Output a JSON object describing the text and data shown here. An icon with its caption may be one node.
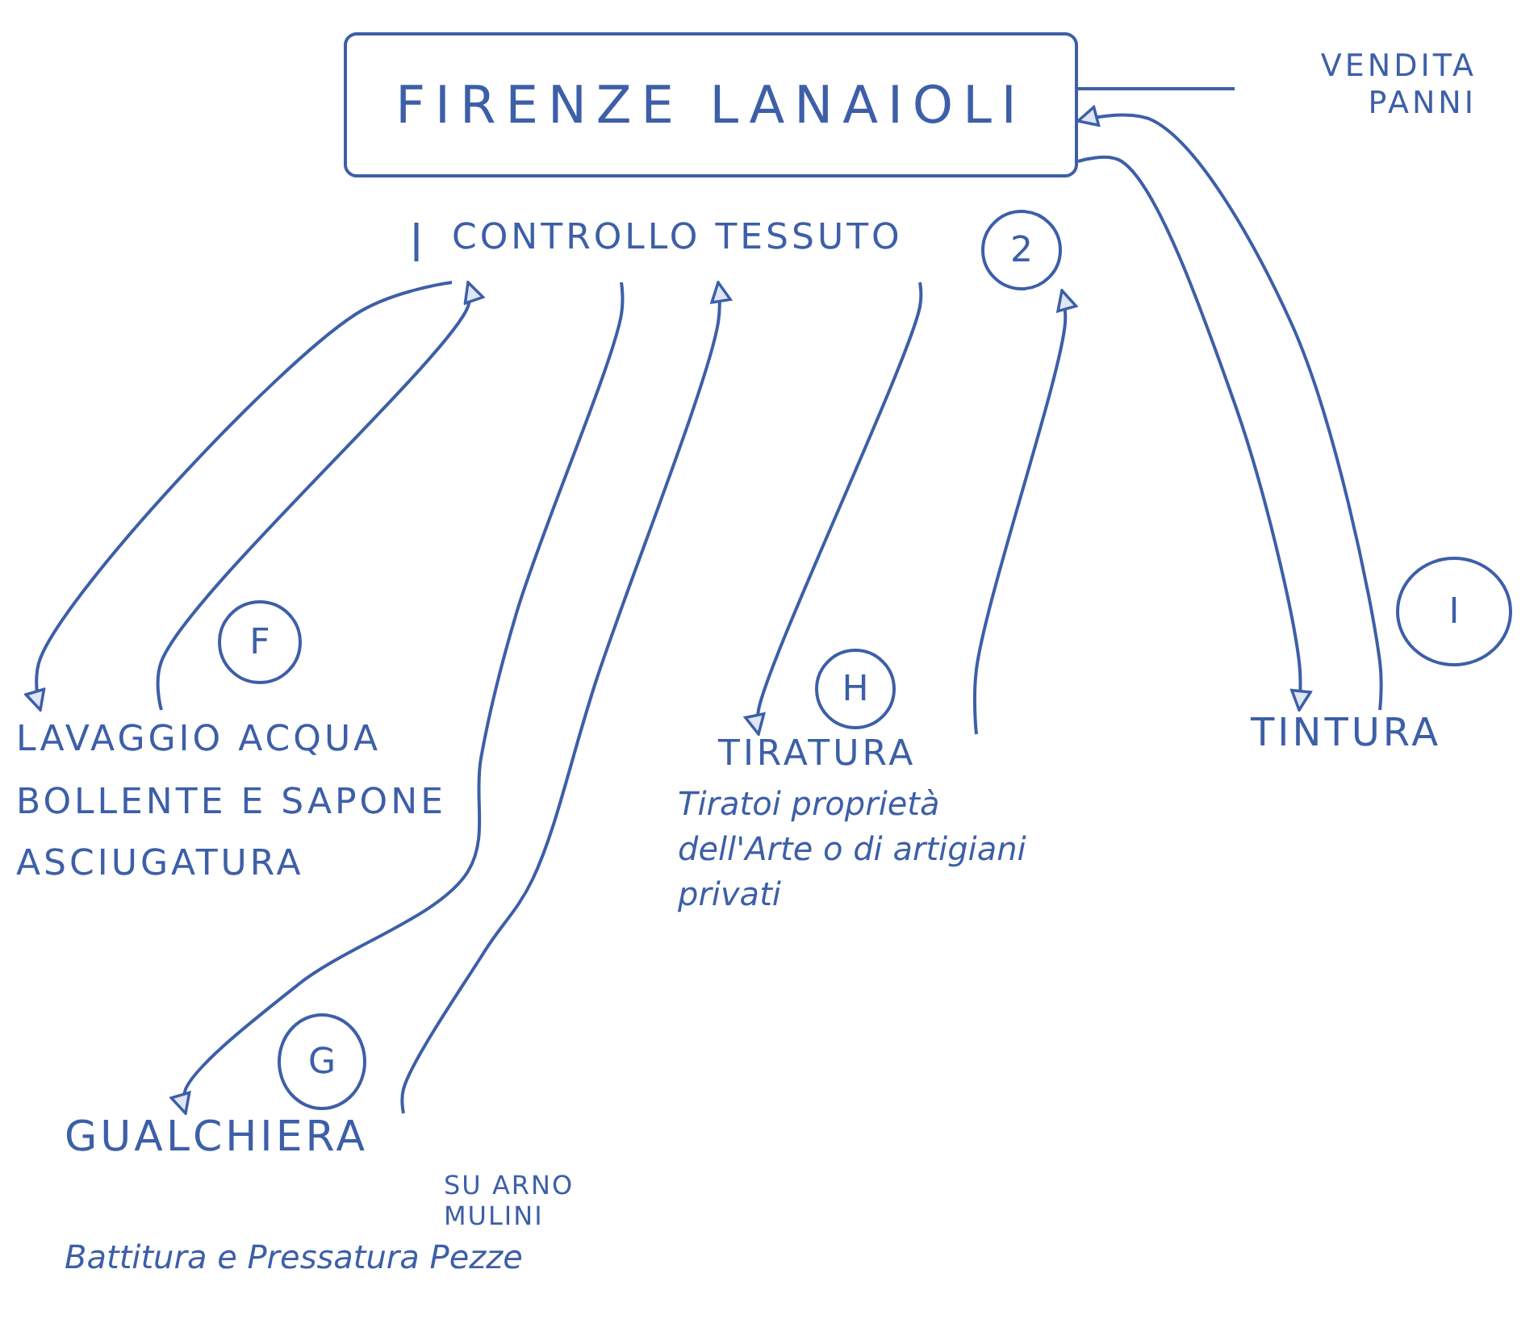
{
  "diagram": {
    "nodes": [
      {
        "text": [
          "FIRENZE LANAIOLI"
        ]
      },
      {
        "text": [
          "VENDITA PANNI"
        ]
      },
      {
        "text": [
          "CONTROLLO TESSUTO"
        ]
      },
      {
        "text": [
          "2"
        ]
      },
      {
        "text": [
          "F"
        ]
      },
      {
        "text": [
          "LAVAGGIO ACQUA BOLLENTE E SAPONE ASCIUGATURA"
        ]
      },
      {
        "text": [
          "H"
        ]
      },
      {
        "text": [
          "TIRATURA",
          "Tiratoi proprietà dell'Arte o di artigiani privati"
        ]
      },
      {
        "text": [
          "I"
        ]
      },
      {
        "text": [
          "TINTURA"
        ]
      },
      {
        "text": [
          "G"
        ]
      },
      {
        "text": [
          "GUALCHIERA",
          "Battitura e Pressatura Pezze"
        ],
        "beside": [
          "SU ARNO MULINI"
        ]
      }
    ],
    "edges": [
      {
        "from": 2,
        "to": 5,
        "arrow": "to"
      },
      {
        "from": 5,
        "to": 2,
        "arrow": "to"
      },
      {
        "from": 2,
        "to": 11,
        "arrow": "to"
      },
      {
        "from": 11,
        "to": 2,
        "arrow": "to"
      },
      {
        "from": 2,
        "to": 7,
        "arrow": "to"
      },
      {
        "from": 7,
        "to": 3,
        "arrow": "to"
      },
      {
        "from": 0,
        "to": 9,
        "arrow": "to"
      },
      {
        "from": 9,
        "to": 0,
        "arrow": "to"
      },
      {
        "from": 0,
        "to": 1,
        "arrow": "none"
      }
    ]
  }
}
